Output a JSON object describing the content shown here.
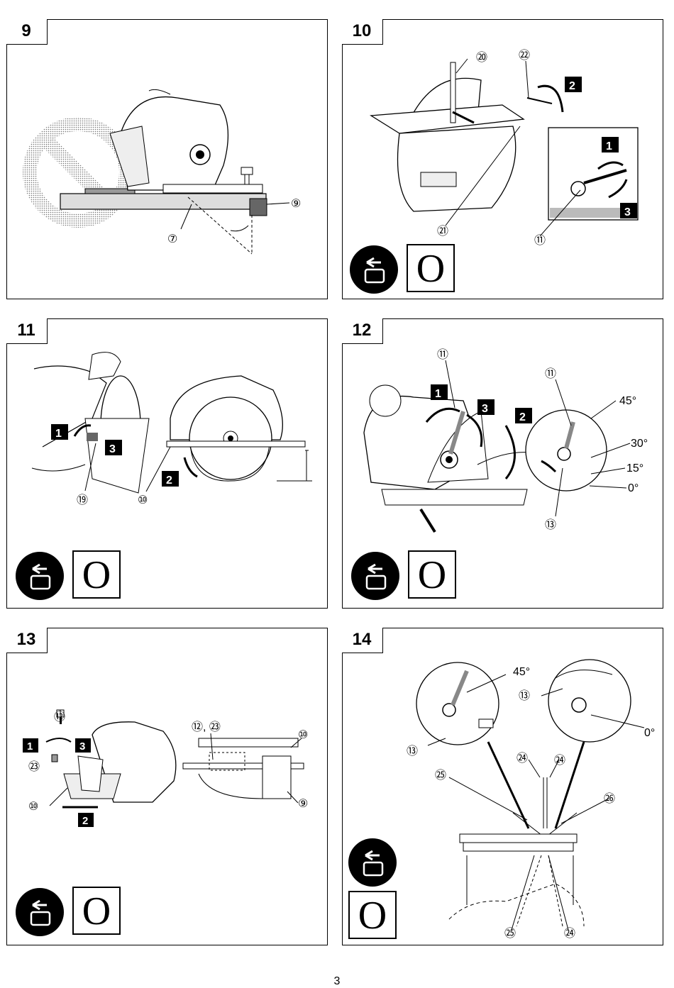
{
  "page_number": "3",
  "panels": [
    {
      "id": "9",
      "title": "9",
      "labels": [
        "⑨",
        "⑦"
      ],
      "has_prohibition": true
    },
    {
      "id": "10",
      "title": "10",
      "labels": [
        "⑳",
        "㉒",
        "㉑",
        "⑪"
      ],
      "steps": [
        "1",
        "2",
        "3"
      ],
      "badge_text": "O"
    },
    {
      "id": "11",
      "title": "11",
      "labels": [
        "⑲",
        "⑩"
      ],
      "steps": [
        "1",
        "2",
        "3"
      ],
      "badge_text": "O"
    },
    {
      "id": "12",
      "title": "12",
      "labels": [
        "⑪",
        "⑪",
        "⑬"
      ],
      "steps": [
        "1",
        "2",
        "3"
      ],
      "angles": [
        "45°",
        "30°",
        "15°",
        "0°"
      ],
      "badge_text": "O"
    },
    {
      "id": "13",
      "title": "13",
      "labels": [
        "⑫",
        "⑫, ㉓",
        "⑩",
        "㉓",
        "⑩",
        "⑨"
      ],
      "steps": [
        "1",
        "2",
        "3"
      ],
      "badge_text": "O"
    },
    {
      "id": "14",
      "title": "14",
      "labels": [
        "⑬",
        "⑬",
        "㉔",
        "㉔",
        "㉕",
        "㉖",
        "㉕",
        "㉔"
      ],
      "angles": [
        "45°",
        "0°"
      ],
      "badge_text": "O"
    }
  ]
}
